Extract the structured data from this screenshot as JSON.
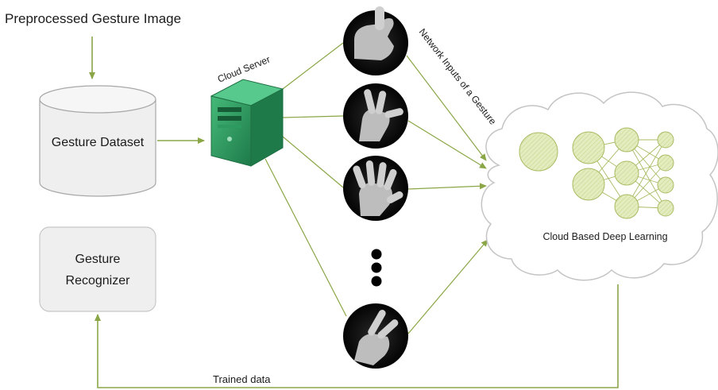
{
  "diagram": {
    "title": "Preprocessed Gesture Image",
    "dataset_label": "Gesture Dataset",
    "recognizer_label_line1": "Gesture",
    "recognizer_label_line2": "Recognizer",
    "server_label": "Cloud Server",
    "inputs_label": "Network Inputs of a Gesture",
    "cloud_label": "Cloud Based Deep Learning",
    "feedback_label": "Trained data",
    "colors": {
      "arrow": "#8aa646",
      "server": "#2d9a5f",
      "node_fill": "#dfe8b6",
      "node_stroke": "#a9bb63",
      "panel": "#efefef"
    },
    "icons": [
      "database-icon",
      "server-icon",
      "hand-icon",
      "cloud-icon",
      "neural-network-icon",
      "ellipsis-icon"
    ]
  }
}
